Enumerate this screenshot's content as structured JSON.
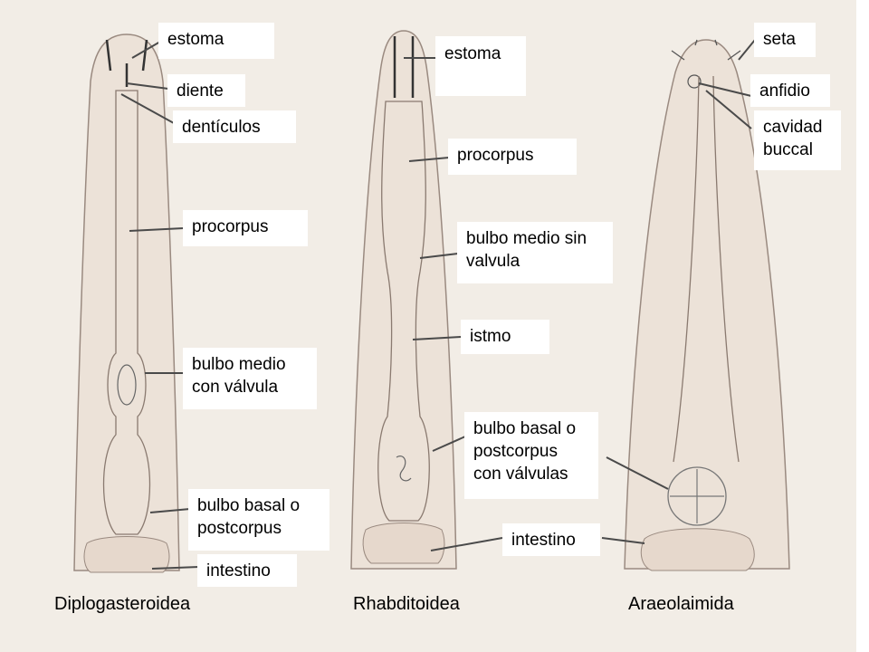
{
  "colors": {
    "background": "#f2ede6",
    "specimen_fill": "#ece2d8",
    "outline": "#9a8a80",
    "leader_line": "#4a4a4a",
    "label_bg": "#ffffff"
  },
  "panels": [
    {
      "name": "Diplogasteroidea",
      "labels": [
        "estoma",
        "diente",
        "dentículos",
        "procorpus",
        "bulbo medio con válvula",
        "bulbo basal o postcorpus",
        "intestino"
      ]
    },
    {
      "name": "Rhabditoidea",
      "labels": [
        "estoma",
        "procorpus",
        "bulbo medio sin valvula",
        "istmo",
        "bulbo basal o postcorpus con válvulas",
        "intestino"
      ]
    },
    {
      "name": "Araeolaimida",
      "labels": [
        "seta",
        "anfidio",
        "cavidad buccal"
      ]
    }
  ]
}
